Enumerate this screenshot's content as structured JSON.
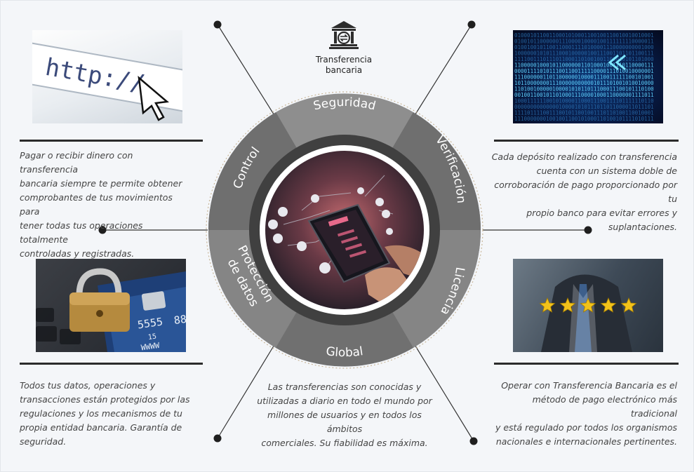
{
  "header": {
    "icon": "bank-transfer-icon",
    "title_line1": "Transferencia",
    "title_line2": "bancaria"
  },
  "wheel": {
    "segments": [
      "Seguridad",
      "Verificación",
      "Licencia",
      "Global",
      "Protección de datos",
      "Control"
    ],
    "center_image": "hands-holding-tablet-online-banking"
  },
  "sections": {
    "control": {
      "image": "browser-http-address-bar-with-cursor",
      "text": [
        "Pagar o recibir dinero con transferencia",
        "bancaria siempre te permite obtener",
        "comprobantes de tus movimientos para",
        "tener todas tus operaciones totalmente",
        "controladas y registradas."
      ]
    },
    "verificacion": {
      "image": "binary-code-digital-security",
      "text": [
        "Cada depósito realizado con transferencia",
        "cuenta con un sistema doble de",
        "corroboración de pago proporcionado por tu",
        "propio banco para evitar errores y",
        "suplantaciones."
      ]
    },
    "proteccion": {
      "image": "padlock-on-credit-cards-and-keyboard",
      "card_digits": [
        "5555",
        "88",
        "15",
        "WWWW"
      ],
      "text": [
        "Todos tus datos, operaciones y",
        "transacciones están protegidos por las",
        "regulaciones y los mecanismos de tu",
        "propia entidad bancaria. Garantía de",
        "seguridad."
      ]
    },
    "global": {
      "text": [
        "Las transferencias son conocidas y",
        "utilizadas a diario en todo el mundo por",
        "millones de usuarios y en todos los ámbitos",
        "comerciales. Su fiabilidad es máxima."
      ]
    },
    "licencia": {
      "image": "businessman-five-gold-stars-rating",
      "stars": 5,
      "text": [
        "Operar con Transferencia Bancaria es el",
        "método de pago electrónico más tradicional",
        "y está regulado por todos los organismos",
        "nacionales e internacionales pertinentes."
      ]
    }
  },
  "colors": {
    "background": "#f4f6f9",
    "ring_dark": "#6b6b6b",
    "ring_light": "#8c8c8c",
    "inner_ring": "#3f3f3f",
    "rule": "#2b2b2b",
    "text": "#444444",
    "star": "#f2c21a"
  }
}
